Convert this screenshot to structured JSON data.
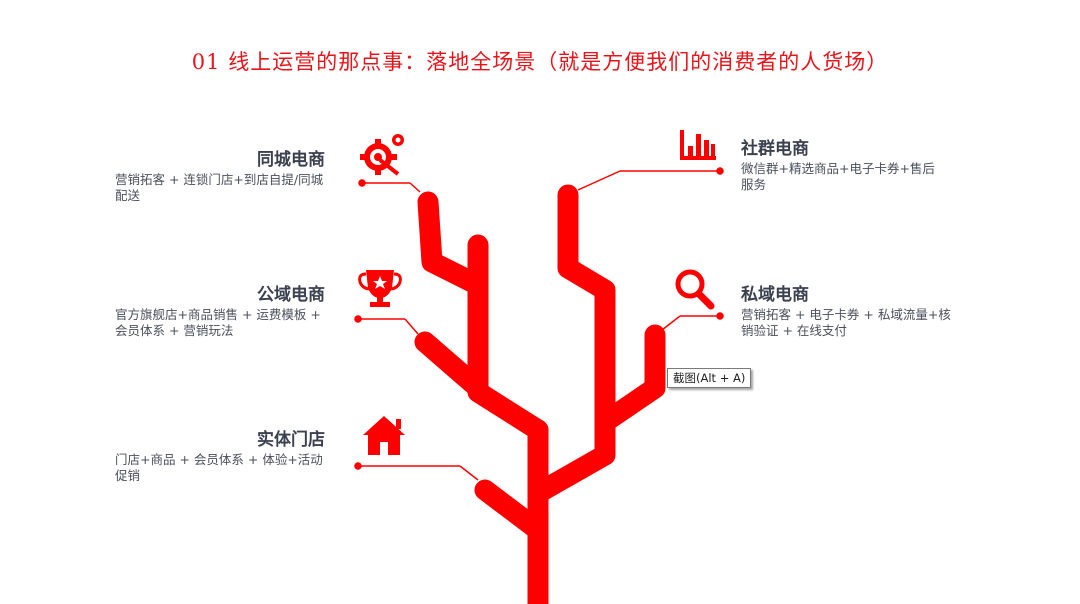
{
  "title": "01 线上运营的那点事：落地全场景（就是方便我们的消费者的人货场）",
  "accent_color": "#e8141a",
  "text_color": "#3c4150",
  "branches": [
    {
      "id": "tongcheng",
      "heading": "同城电商",
      "desc": "营销拓客 + 连锁门店+到店自提/同城配送",
      "icon": "gear-target-icon"
    },
    {
      "id": "gongyu",
      "heading": "公域电商",
      "desc": "官方旗舰店+商品销售 + 运费模板 + 会员体系 + 营销玩法",
      "icon": "trophy-icon"
    },
    {
      "id": "shiti",
      "heading": "实体门店",
      "desc": "门店+商品 + 会员体系 + 体验+活动促销",
      "icon": "house-icon"
    },
    {
      "id": "shequn",
      "heading": "社群电商",
      "desc": "微信群+精选商品+电子卡券+售后服务",
      "icon": "bar-chart-icon"
    },
    {
      "id": "siyu",
      "heading": "私域电商",
      "desc": "营销拓客 + 电子卡券 + 私域流量+核销验证 + 在线支付",
      "icon": "magnifier-icon"
    }
  ],
  "tooltip": "截图(Alt + A)"
}
